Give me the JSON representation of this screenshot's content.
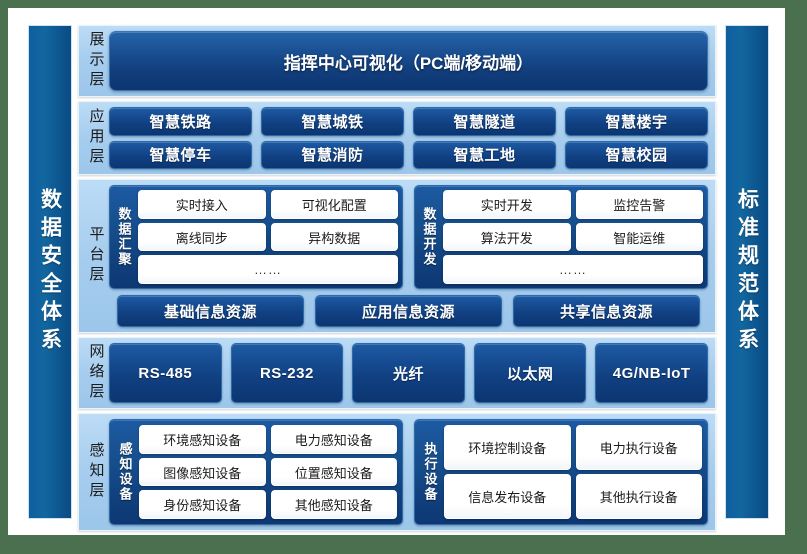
{
  "rails": {
    "left": {
      "label": "数据安全体系"
    },
    "right": {
      "label": "标准规范体系"
    }
  },
  "layers": [
    {
      "id": "presentation",
      "label": "展示层",
      "banner": "指挥中心可视化（PC端/移动端）"
    },
    {
      "id": "application",
      "label": "应用层",
      "rows": [
        [
          "智慧铁路",
          "智慧城铁",
          "智慧隧道",
          "智慧楼宇"
        ],
        [
          "智慧停车",
          "智慧消防",
          "智慧工地",
          "智慧校园"
        ]
      ]
    },
    {
      "id": "platform",
      "label": "平台层",
      "groups": [
        {
          "label": "数据汇聚",
          "rows": [
            [
              "实时接入",
              "可视化配置"
            ],
            [
              "离线同步",
              "异构数据"
            ],
            [
              "……"
            ]
          ]
        },
        {
          "label": "数据开发",
          "rows": [
            [
              "实时开发",
              "监控告警"
            ],
            [
              "算法开发",
              "智能运维"
            ],
            [
              "……"
            ]
          ]
        }
      ],
      "resources": [
        "基础信息资源",
        "应用信息资源",
        "共享信息资源"
      ]
    },
    {
      "id": "network",
      "label": "网络层",
      "items": [
        "RS-485",
        "RS-232",
        "光纤",
        "以太网",
        "4G/NB-IoT"
      ]
    },
    {
      "id": "sensing",
      "label": "感知层",
      "groups": [
        {
          "label": "感知设备",
          "rows": [
            [
              "环境感知设备",
              "电力感知设备"
            ],
            [
              "图像感知设备",
              "位置感知设备"
            ],
            [
              "身份感知设备",
              "其他感知设备"
            ]
          ]
        },
        {
          "label": "执行设备",
          "rows": [
            [
              "环境控制设备",
              "电力执行设备"
            ],
            [
              "信息发布设备",
              "其他执行设备"
            ]
          ]
        }
      ]
    }
  ],
  "colors": {
    "dark_blue": "#16458a",
    "panel_blue": "#a6cdee",
    "rail_blue": "#0f5f9d",
    "page_bg": "#ffffff",
    "outer_bg": "#4a7050",
    "chip_white": "#ffffff"
  }
}
